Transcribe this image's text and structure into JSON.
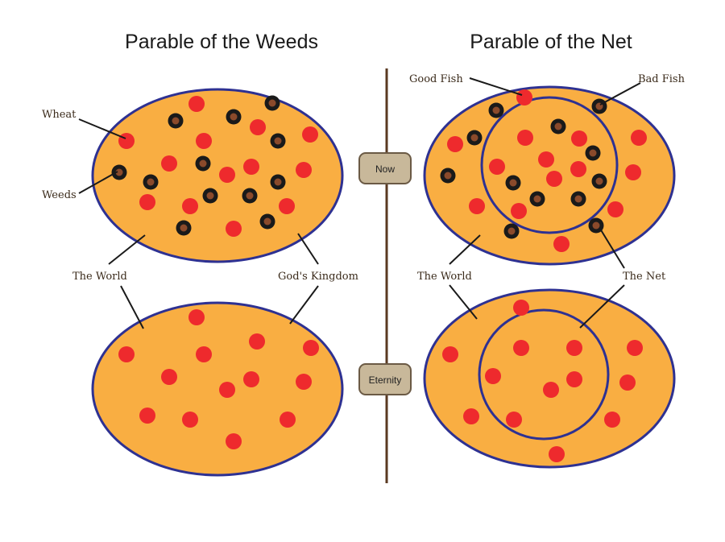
{
  "colors": {
    "orange_fill": "#F9AE42",
    "outline": "#2E3192",
    "red_dot": "#EE2A2D",
    "black_dot": "#1a1a1a",
    "divider": "#5a3a22",
    "button_fill": "#C8B89A",
    "button_border": "#6b5a45"
  },
  "left": {
    "title": "Parable of the Weeds",
    "labels": {
      "wheat": "Wheat",
      "weeds": "Weeds",
      "world": "The World",
      "kingdom": "God's Kingdom"
    }
  },
  "right": {
    "title": "Parable of the Net",
    "labels": {
      "good_fish": "Good Fish",
      "bad_fish": "Bad Fish",
      "world": "The World",
      "net": "The Net"
    }
  },
  "center": {
    "now": "Now",
    "eternity": "Eternity"
  }
}
